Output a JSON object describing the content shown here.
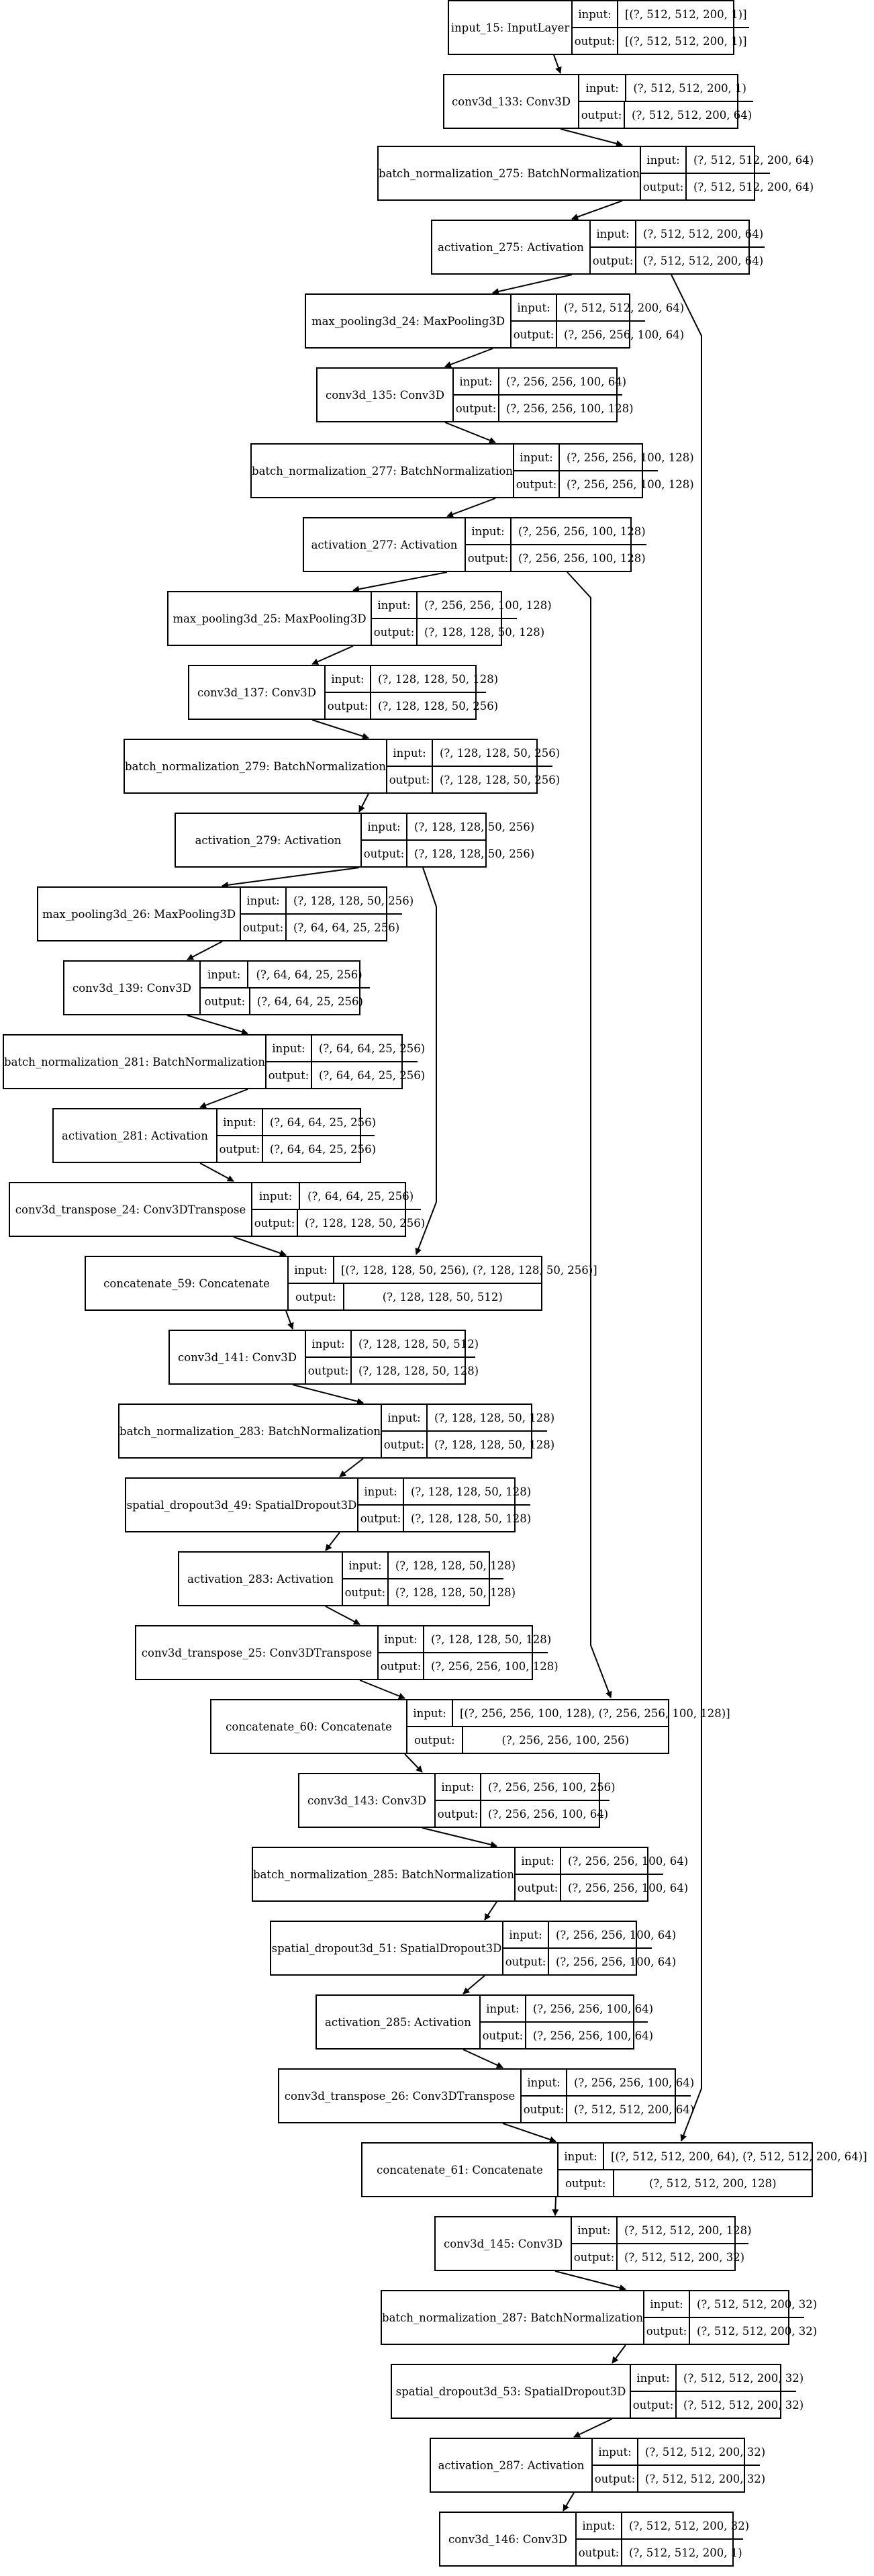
{
  "labels": {
    "input": "input:",
    "output": "output:"
  },
  "nodes": [
    {
      "id": "input_15",
      "name": "input_15: InputLayer",
      "input": "[(?, 512, 512, 200, 1)]",
      "output": "[(?, 512, 512, 200, 1)]"
    },
    {
      "id": "conv3d_133",
      "name": "conv3d_133: Conv3D",
      "input": "(?, 512, 512, 200, 1)",
      "output": "(?, 512, 512, 200, 64)"
    },
    {
      "id": "bn_275",
      "name": "batch_normalization_275: BatchNormalization",
      "input": "(?, 512, 512, 200, 64)",
      "output": "(?, 512, 512, 200, 64)"
    },
    {
      "id": "act_275",
      "name": "activation_275: Activation",
      "input": "(?, 512, 512, 200, 64)",
      "output": "(?, 512, 512, 200, 64)"
    },
    {
      "id": "mp_24",
      "name": "max_pooling3d_24: MaxPooling3D",
      "input": "(?, 512, 512, 200, 64)",
      "output": "(?, 256, 256, 100, 64)"
    },
    {
      "id": "conv3d_135",
      "name": "conv3d_135: Conv3D",
      "input": "(?, 256, 256, 100, 64)",
      "output": "(?, 256, 256, 100, 128)"
    },
    {
      "id": "bn_277",
      "name": "batch_normalization_277: BatchNormalization",
      "input": "(?, 256, 256, 100, 128)",
      "output": "(?, 256, 256, 100, 128)"
    },
    {
      "id": "act_277",
      "name": "activation_277: Activation",
      "input": "(?, 256, 256, 100, 128)",
      "output": "(?, 256, 256, 100, 128)"
    },
    {
      "id": "mp_25",
      "name": "max_pooling3d_25: MaxPooling3D",
      "input": "(?, 256, 256, 100, 128)",
      "output": "(?, 128, 128, 50, 128)"
    },
    {
      "id": "conv3d_137",
      "name": "conv3d_137: Conv3D",
      "input": "(?, 128, 128, 50, 128)",
      "output": "(?, 128, 128, 50, 256)"
    },
    {
      "id": "bn_279",
      "name": "batch_normalization_279: BatchNormalization",
      "input": "(?, 128, 128, 50, 256)",
      "output": "(?, 128, 128, 50, 256)"
    },
    {
      "id": "act_279",
      "name": "activation_279: Activation",
      "input": "(?, 128, 128, 50, 256)",
      "output": "(?, 128, 128, 50, 256)"
    },
    {
      "id": "mp_26",
      "name": "max_pooling3d_26: MaxPooling3D",
      "input": "(?, 128, 128, 50, 256)",
      "output": "(?, 64, 64, 25, 256)"
    },
    {
      "id": "conv3d_139",
      "name": "conv3d_139: Conv3D",
      "input": "(?, 64, 64, 25, 256)",
      "output": "(?, 64, 64, 25, 256)"
    },
    {
      "id": "bn_281",
      "name": "batch_normalization_281: BatchNormalization",
      "input": "(?, 64, 64, 25, 256)",
      "output": "(?, 64, 64, 25, 256)"
    },
    {
      "id": "act_281",
      "name": "activation_281: Activation",
      "input": "(?, 64, 64, 25, 256)",
      "output": "(?, 64, 64, 25, 256)"
    },
    {
      "id": "ct_24",
      "name": "conv3d_transpose_24: Conv3DTranspose",
      "input": "(?, 64, 64, 25, 256)",
      "output": "(?, 128, 128, 50, 256)"
    },
    {
      "id": "cat_59",
      "name": "concatenate_59: Concatenate",
      "input": "[(?, 128, 128, 50, 256), (?, 128, 128, 50, 256)]",
      "output": "(?, 128, 128, 50, 512)"
    },
    {
      "id": "conv3d_141",
      "name": "conv3d_141: Conv3D",
      "input": "(?, 128, 128, 50, 512)",
      "output": "(?, 128, 128, 50, 128)"
    },
    {
      "id": "bn_283",
      "name": "batch_normalization_283: BatchNormalization",
      "input": "(?, 128, 128, 50, 128)",
      "output": "(?, 128, 128, 50, 128)"
    },
    {
      "id": "sd_49",
      "name": "spatial_dropout3d_49: SpatialDropout3D",
      "input": "(?, 128, 128, 50, 128)",
      "output": "(?, 128, 128, 50, 128)"
    },
    {
      "id": "act_283",
      "name": "activation_283: Activation",
      "input": "(?, 128, 128, 50, 128)",
      "output": "(?, 128, 128, 50, 128)"
    },
    {
      "id": "ct_25",
      "name": "conv3d_transpose_25: Conv3DTranspose",
      "input": "(?, 128, 128, 50, 128)",
      "output": "(?, 256, 256, 100, 128)"
    },
    {
      "id": "cat_60",
      "name": "concatenate_60: Concatenate",
      "input": "[(?, 256, 256, 100, 128), (?, 256, 256, 100, 128)]",
      "output": "(?, 256, 256, 100, 256)"
    },
    {
      "id": "conv3d_143",
      "name": "conv3d_143: Conv3D",
      "input": "(?, 256, 256, 100, 256)",
      "output": "(?, 256, 256, 100, 64)"
    },
    {
      "id": "bn_285",
      "name": "batch_normalization_285: BatchNormalization",
      "input": "(?, 256, 256, 100, 64)",
      "output": "(?, 256, 256, 100, 64)"
    },
    {
      "id": "sd_51",
      "name": "spatial_dropout3d_51: SpatialDropout3D",
      "input": "(?, 256, 256, 100, 64)",
      "output": "(?, 256, 256, 100, 64)"
    },
    {
      "id": "act_285",
      "name": "activation_285: Activation",
      "input": "(?, 256, 256, 100, 64)",
      "output": "(?, 256, 256, 100, 64)"
    },
    {
      "id": "ct_26",
      "name": "conv3d_transpose_26: Conv3DTranspose",
      "input": "(?, 256, 256, 100, 64)",
      "output": "(?, 512, 512, 200, 64)"
    },
    {
      "id": "cat_61",
      "name": "concatenate_61: Concatenate",
      "input": "[(?, 512, 512, 200, 64), (?, 512, 512, 200, 64)]",
      "output": "(?, 512, 512, 200, 128)"
    },
    {
      "id": "conv3d_145",
      "name": "conv3d_145: Conv3D",
      "input": "(?, 512, 512, 200, 128)",
      "output": "(?, 512, 512, 200, 32)"
    },
    {
      "id": "bn_287",
      "name": "batch_normalization_287: BatchNormalization",
      "input": "(?, 512, 512, 200, 32)",
      "output": "(?, 512, 512, 200, 32)"
    },
    {
      "id": "sd_53",
      "name": "spatial_dropout3d_53: SpatialDropout3D",
      "input": "(?, 512, 512, 200, 32)",
      "output": "(?, 512, 512, 200, 32)"
    },
    {
      "id": "act_287",
      "name": "activation_287: Activation",
      "input": "(?, 512, 512, 200, 32)",
      "output": "(?, 512, 512, 200, 32)"
    },
    {
      "id": "conv3d_146",
      "name": "conv3d_146: Conv3D",
      "input": "(?, 512, 512, 200, 32)",
      "output": "(?, 512, 512, 200, 1)"
    }
  ],
  "edges": [
    [
      "input_15",
      "conv3d_133"
    ],
    [
      "conv3d_133",
      "bn_275"
    ],
    [
      "bn_275",
      "act_275"
    ],
    [
      "act_275",
      "mp_24"
    ],
    [
      "mp_24",
      "conv3d_135"
    ],
    [
      "conv3d_135",
      "bn_277"
    ],
    [
      "bn_277",
      "act_277"
    ],
    [
      "act_277",
      "mp_25"
    ],
    [
      "mp_25",
      "conv3d_137"
    ],
    [
      "conv3d_137",
      "bn_279"
    ],
    [
      "bn_279",
      "act_279"
    ],
    [
      "act_279",
      "mp_26"
    ],
    [
      "mp_26",
      "conv3d_139"
    ],
    [
      "conv3d_139",
      "bn_281"
    ],
    [
      "bn_281",
      "act_281"
    ],
    [
      "act_281",
      "ct_24"
    ],
    [
      "ct_24",
      "cat_59"
    ],
    [
      "act_279",
      "cat_59"
    ],
    [
      "cat_59",
      "conv3d_141"
    ],
    [
      "conv3d_141",
      "bn_283"
    ],
    [
      "bn_283",
      "sd_49"
    ],
    [
      "sd_49",
      "act_283"
    ],
    [
      "act_283",
      "ct_25"
    ],
    [
      "ct_25",
      "cat_60"
    ],
    [
      "act_277",
      "cat_60"
    ],
    [
      "cat_60",
      "conv3d_143"
    ],
    [
      "conv3d_143",
      "bn_285"
    ],
    [
      "bn_285",
      "sd_51"
    ],
    [
      "sd_51",
      "act_285"
    ],
    [
      "act_285",
      "ct_26"
    ],
    [
      "ct_26",
      "cat_61"
    ],
    [
      "act_275",
      "cat_61"
    ],
    [
      "cat_61",
      "conv3d_145"
    ],
    [
      "conv3d_145",
      "bn_287"
    ],
    [
      "bn_287",
      "sd_53"
    ],
    [
      "sd_53",
      "act_287"
    ],
    [
      "act_287",
      "conv3d_146"
    ]
  ]
}
